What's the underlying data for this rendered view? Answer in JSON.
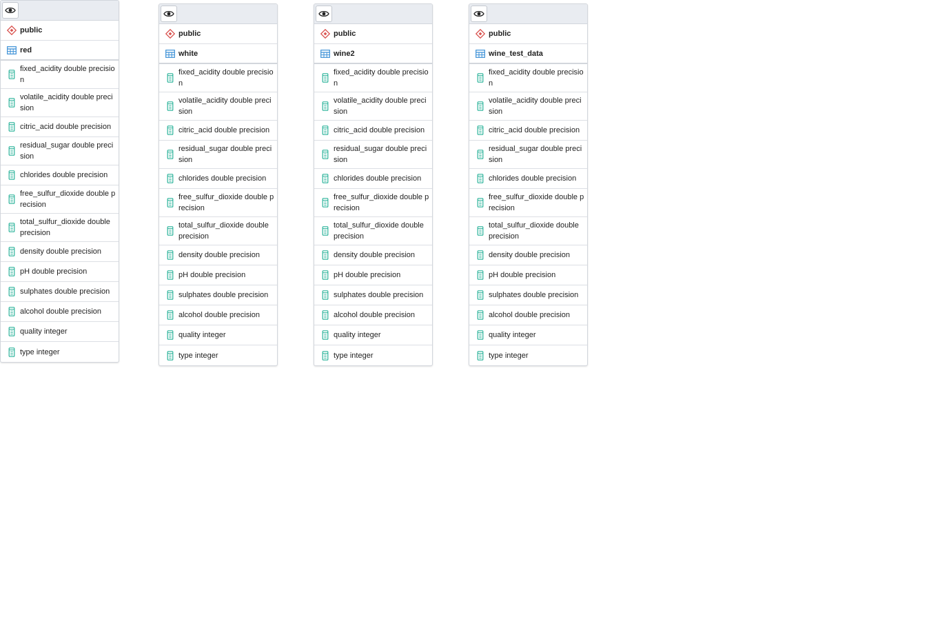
{
  "colors": {
    "header_bg": "#e9ecf1",
    "border": "#d2d6dc",
    "schema_icon": "#d9534f",
    "table_icon": "#3a8fd6",
    "column_icon": "#2bb39a"
  },
  "icons": {
    "visibility": "eye-icon",
    "schema": "diamond-schema-icon",
    "table": "table-grid-icon",
    "column": "column-icon"
  },
  "tables": [
    {
      "schema": "public",
      "name": "red",
      "columns": [
        "fixed_acidity double precision",
        "volatile_acidity double precision",
        "citric_acid double precision",
        "residual_sugar double precision",
        "chlorides double precision",
        "free_sulfur_dioxide double precision",
        "total_sulfur_dioxide double precision",
        "density double precision",
        "pH double precision",
        "sulphates double precision",
        "alcohol double precision",
        "quality integer",
        "type integer"
      ]
    },
    {
      "schema": "public",
      "name": "white",
      "columns": [
        "fixed_acidity double precision",
        "volatile_acidity double precision",
        "citric_acid double precision",
        "residual_sugar double precision",
        "chlorides double precision",
        "free_sulfur_dioxide double precision",
        "total_sulfur_dioxide double precision",
        "density double precision",
        "pH double precision",
        "sulphates double precision",
        "alcohol double precision",
        "quality integer",
        "type integer"
      ]
    },
    {
      "schema": "public",
      "name": "wine2",
      "columns": [
        "fixed_acidity double precision",
        "volatile_acidity double precision",
        "citric_acid double precision",
        "residual_sugar double precision",
        "chlorides double precision",
        "free_sulfur_dioxide double precision",
        "total_sulfur_dioxide double precision",
        "density double precision",
        "pH double precision",
        "sulphates double precision",
        "alcohol double precision",
        "quality integer",
        "type integer"
      ]
    },
    {
      "schema": "public",
      "name": "wine_test_data",
      "columns": [
        "fixed_acidity double precision",
        "volatile_acidity double precision",
        "citric_acid double precision",
        "residual_sugar double precision",
        "chlorides double precision",
        "free_sulfur_dioxide double precision",
        "total_sulfur_dioxide double precision",
        "density double precision",
        "pH double precision",
        "sulphates double precision",
        "alcohol double precision",
        "quality integer",
        "type integer"
      ]
    }
  ]
}
